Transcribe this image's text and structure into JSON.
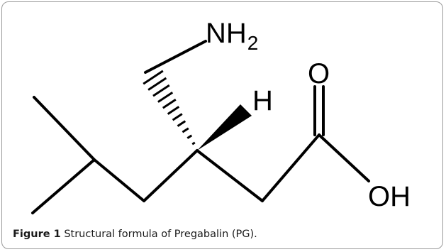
{
  "molecule": {
    "atoms": {
      "amine": "NH",
      "amine_subscript": "2",
      "hydrogen": "H",
      "carbonyl_oxygen": "O",
      "hydroxyl": "OH"
    }
  },
  "caption": {
    "label": "Figure 1",
    "text": "Structural formula of Pregabalin (PG)."
  }
}
